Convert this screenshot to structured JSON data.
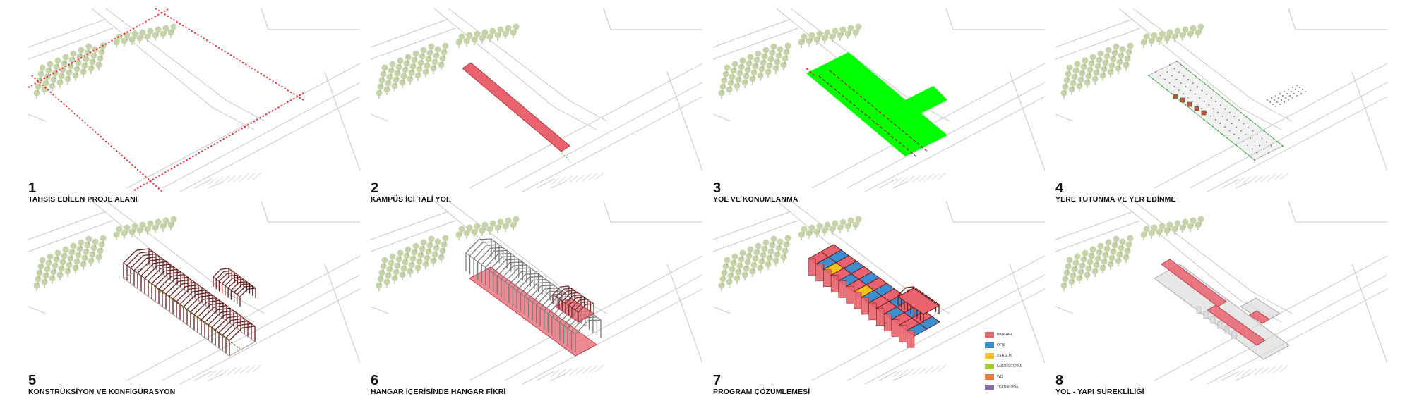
{
  "panels": [
    {
      "num": "1",
      "caption": "TAHSİS EDİLEN PROJE ALANI"
    },
    {
      "num": "2",
      "caption": "KAMPÜS İÇİ TALİ YOL"
    },
    {
      "num": "3",
      "caption": "YOL VE KONUMLANMA"
    },
    {
      "num": "4",
      "caption": "YERE TUTUNMA VE YER EDİNME"
    },
    {
      "num": "5",
      "caption": "KONSTRÜKSİYON VE KONFİGÜRASYON"
    },
    {
      "num": "6",
      "caption": "HANGAR İÇERİSİNDE HANGAR FİKRİ"
    },
    {
      "num": "7",
      "caption": "PROGRAM ÇÖZÜMLEMESİ"
    },
    {
      "num": "8",
      "caption": "YOL - YAPI SÜREKLİLİĞİ"
    }
  ],
  "legend": [
    {
      "label": "HANGAR",
      "color": "#e8636d"
    },
    {
      "label": "OFİS",
      "color": "#3b8fd1"
    },
    {
      "label": "DERSLİK",
      "color": "#f2c318"
    },
    {
      "label": "LABORATUVAR",
      "color": "#a6c63c"
    },
    {
      "label": "WC",
      "color": "#ef7a38"
    },
    {
      "label": "TEKNİK ODA",
      "color": "#8a6aa8"
    }
  ],
  "colors": {
    "boundary": "#ee1c24",
    "road_strip": "#e8636d",
    "placement": "#00ff00",
    "tree": "#c5d3a8",
    "structure": "#6b1d1d",
    "roads": "#cfcfcf"
  }
}
